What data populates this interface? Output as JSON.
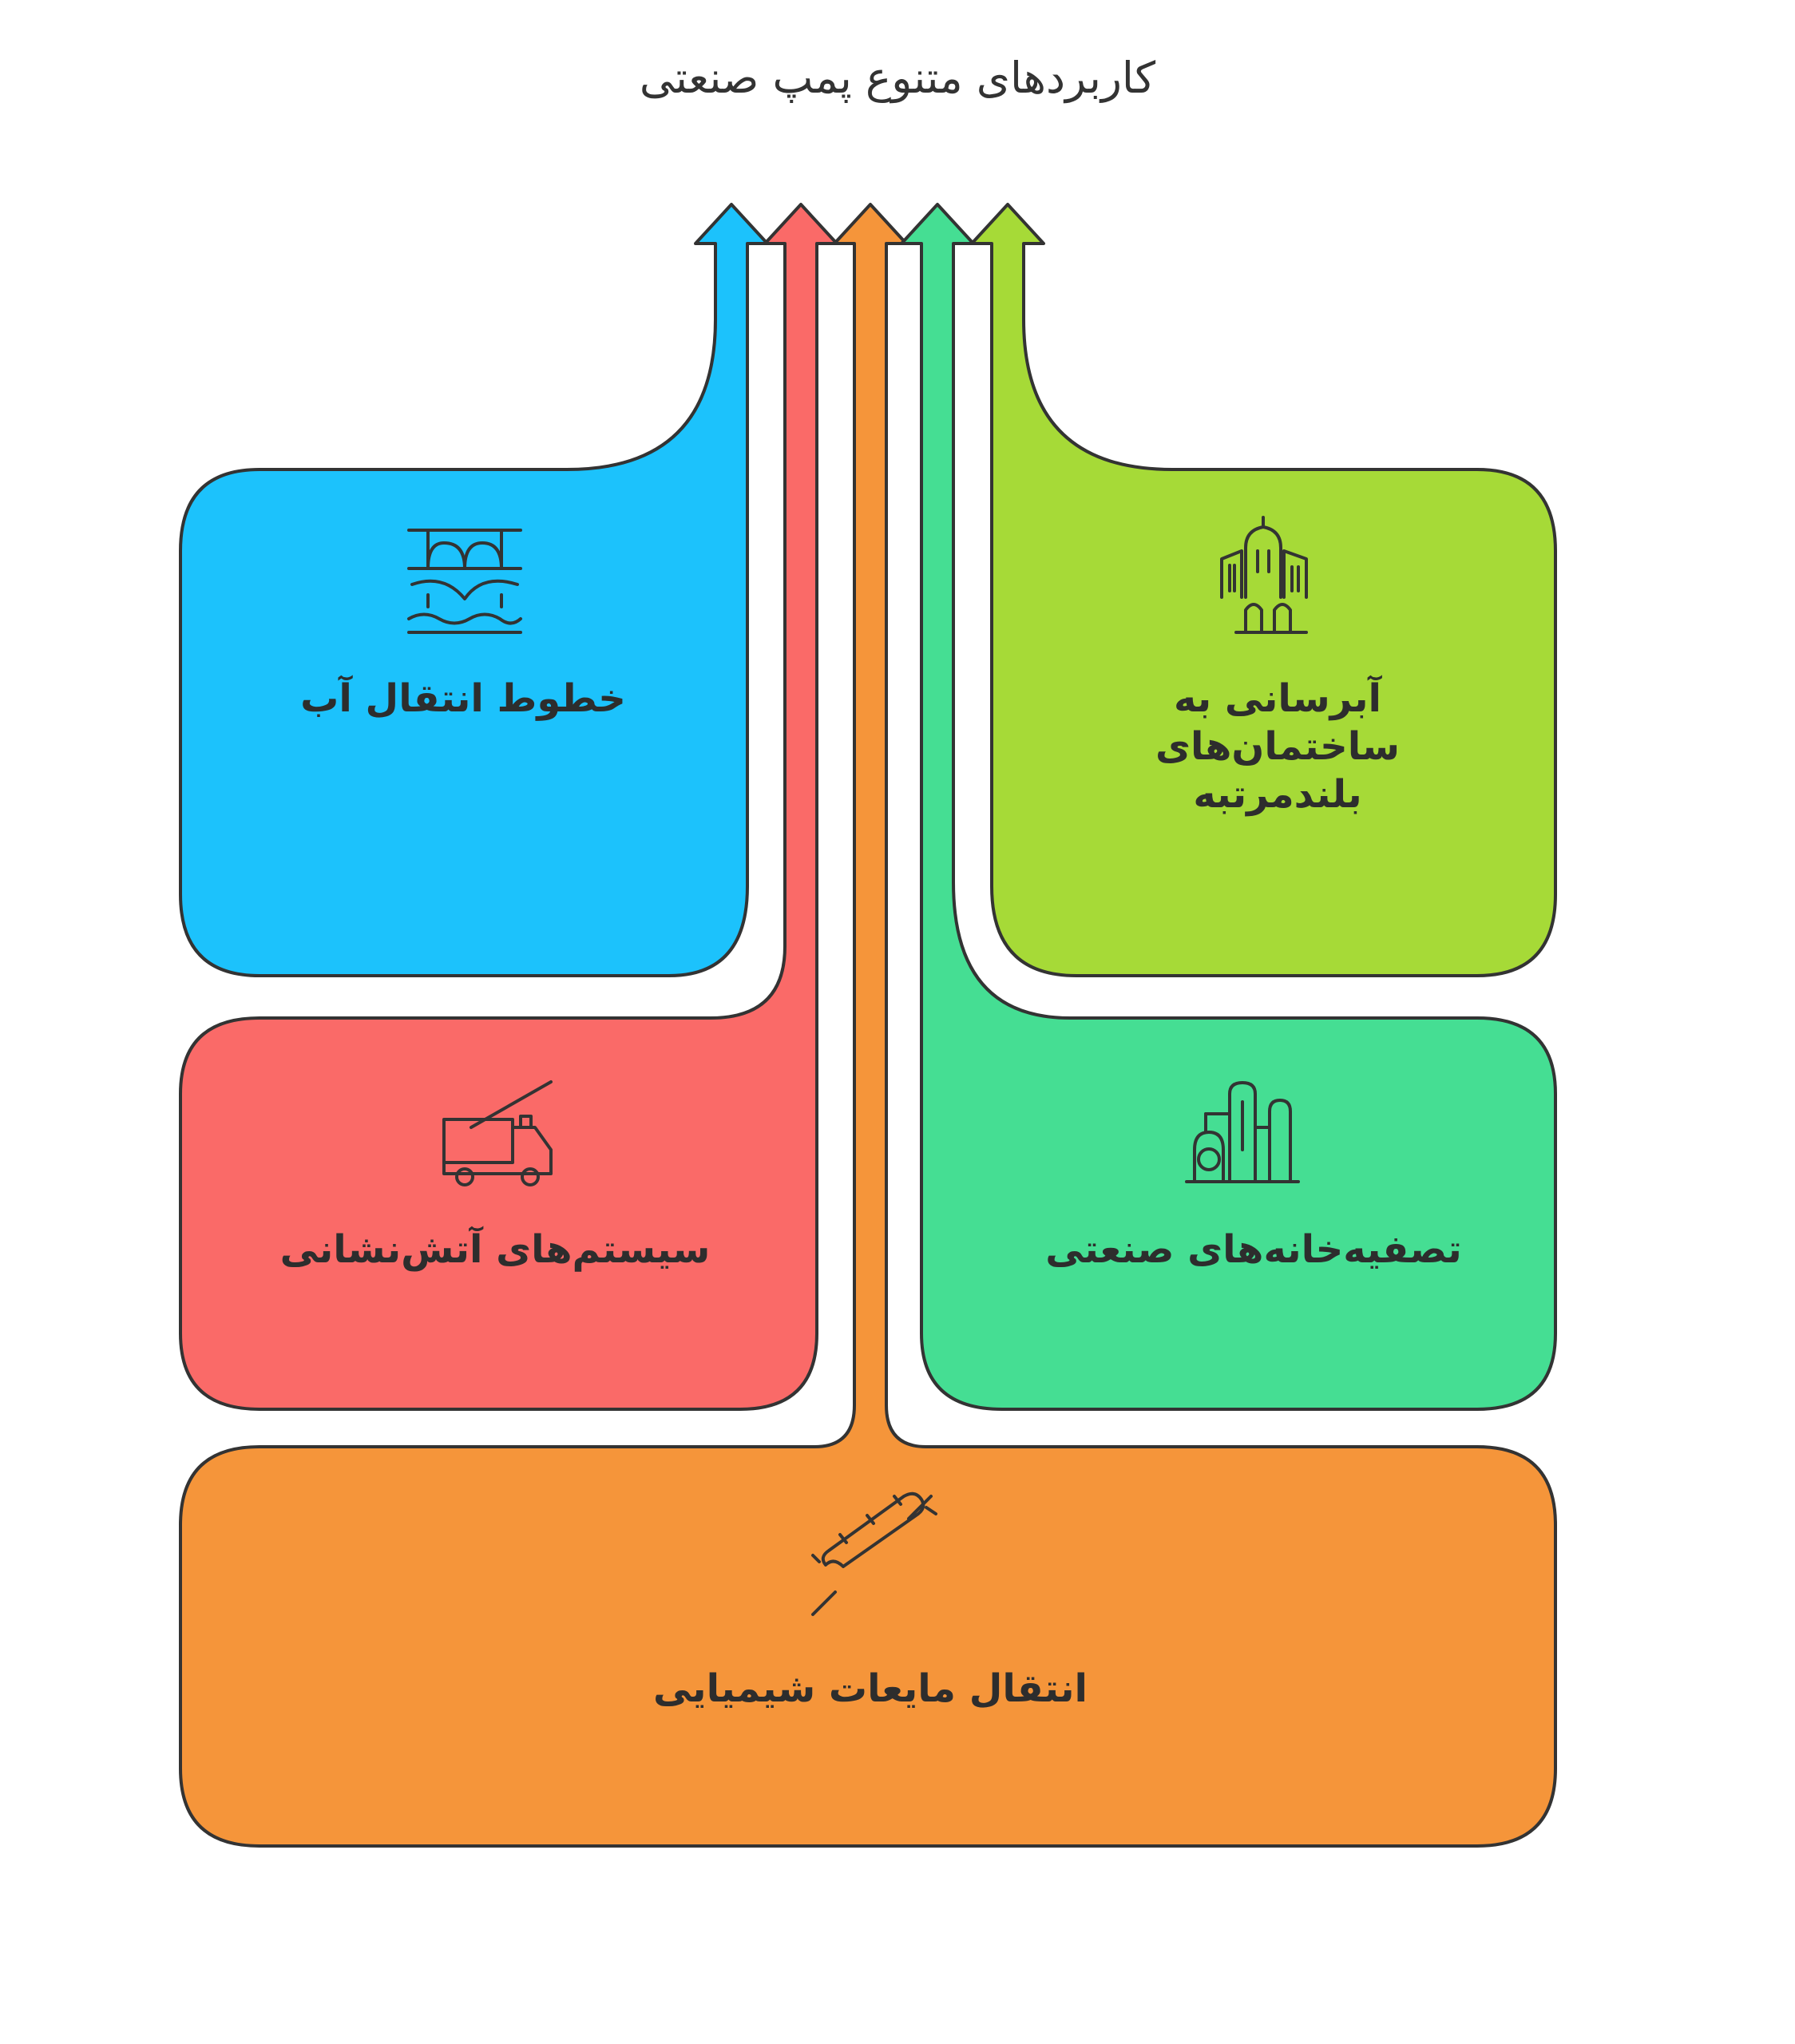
{
  "title": "کاربردهای متنوع پمپ صنعتی",
  "colors": {
    "blue": "#1cc2fc",
    "red": "#fa6a68",
    "orange": "#f5953a",
    "green": "#45de93",
    "lime": "#a6da37",
    "outline": "#333333"
  },
  "categories": [
    {
      "label": "خطوط انتقال آب",
      "color": "blue",
      "icon": "bridge-icon"
    },
    {
      "label": "آبرسانی به ساختمان‌های بلندمرتبه",
      "color": "lime",
      "icon": "buildings-icon"
    },
    {
      "label": "سیستم‌های آتش‌نشانی",
      "color": "red",
      "icon": "fire-truck-icon"
    },
    {
      "label": "تصفیه‌خانه‌های صنعتی",
      "color": "green",
      "icon": "refinery-icon"
    },
    {
      "label": "انتقال مایعات شیمیایی",
      "color": "orange",
      "icon": "pipeline-icon"
    }
  ]
}
